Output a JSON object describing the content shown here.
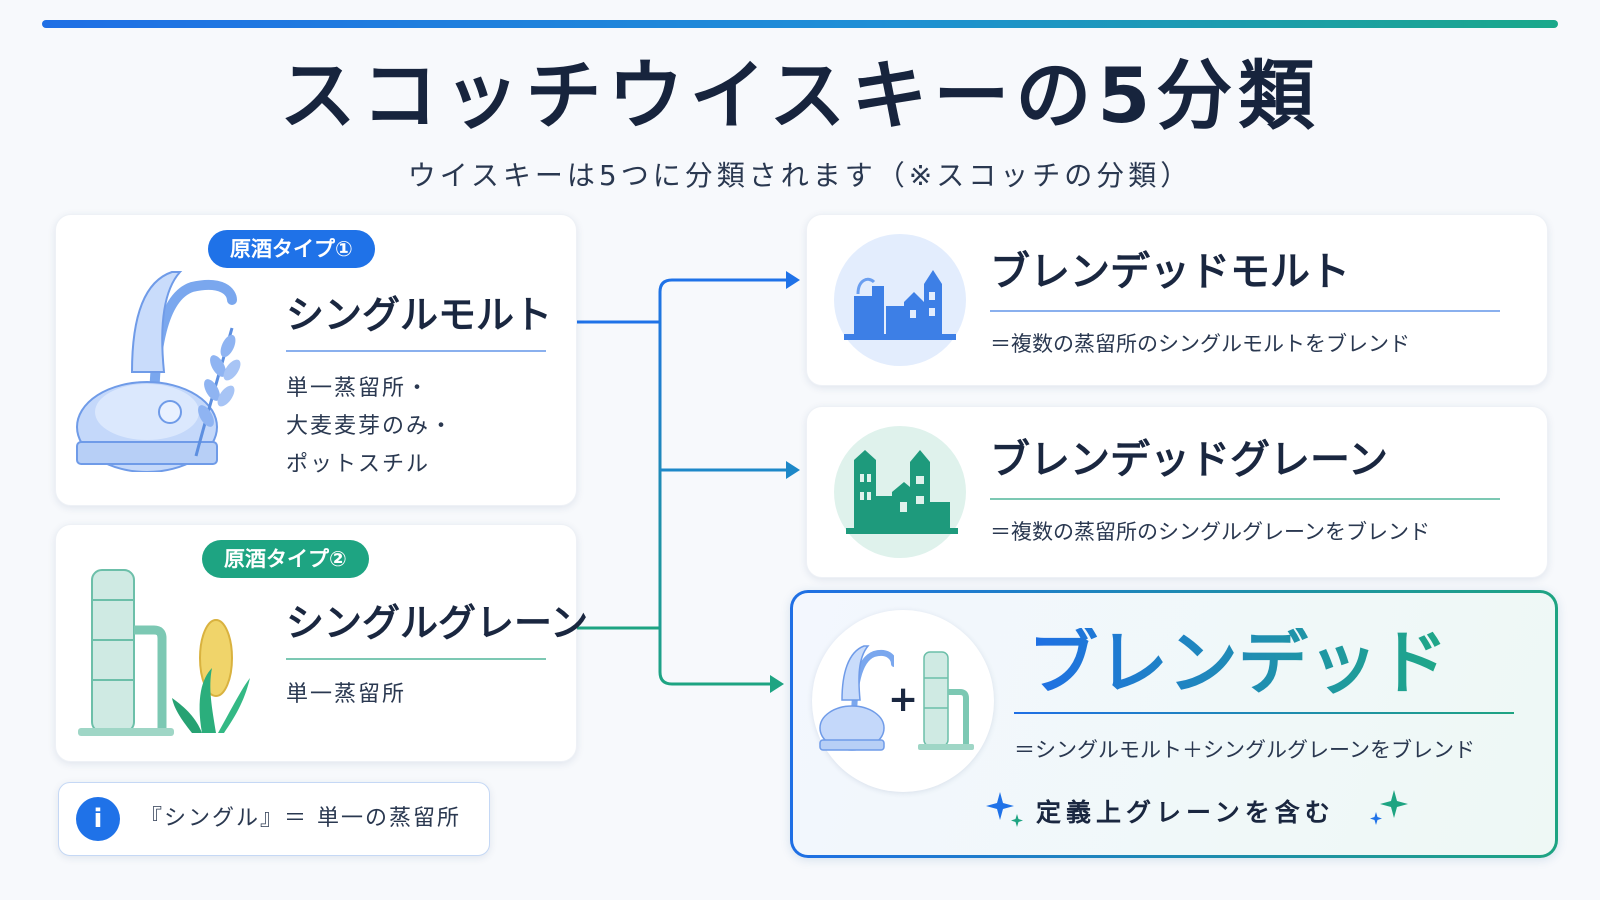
{
  "title": "スコッチウイスキーの5分類",
  "subtitle": "ウイスキーは5つに分類されます（※スコッチの分類）",
  "sources": [
    {
      "badge": "原酒タイプ①",
      "name": "シングルモルト",
      "desc": [
        "単一蒸留所・",
        "大麦麦芽のみ・",
        "ポットスチル"
      ],
      "color": "#1f72e8"
    },
    {
      "badge": "原酒タイプ②",
      "name": "シングルグレーン",
      "desc": [
        "単一蒸留所"
      ],
      "color": "#1ea482"
    }
  ],
  "results": [
    {
      "name": "ブレンデッドモルト",
      "desc": "＝複数の蒸留所のシングルモルトをブレンド"
    },
    {
      "name": "ブレンデッドグレーン",
      "desc": "＝複数の蒸留所のシングルグレーンをブレンド"
    }
  ],
  "blended": {
    "name": "ブレンデッド",
    "plus": "+",
    "desc": "＝シングルモルト＋シングルグレーンをブレンド",
    "note": "定義上グレーンを含む"
  },
  "info": {
    "icon": "i",
    "text": "『シングル』＝ 単一の蒸留所"
  },
  "colors": {
    "blue": "#1f72e8",
    "green": "#1ea482",
    "dark": "#17243d"
  }
}
